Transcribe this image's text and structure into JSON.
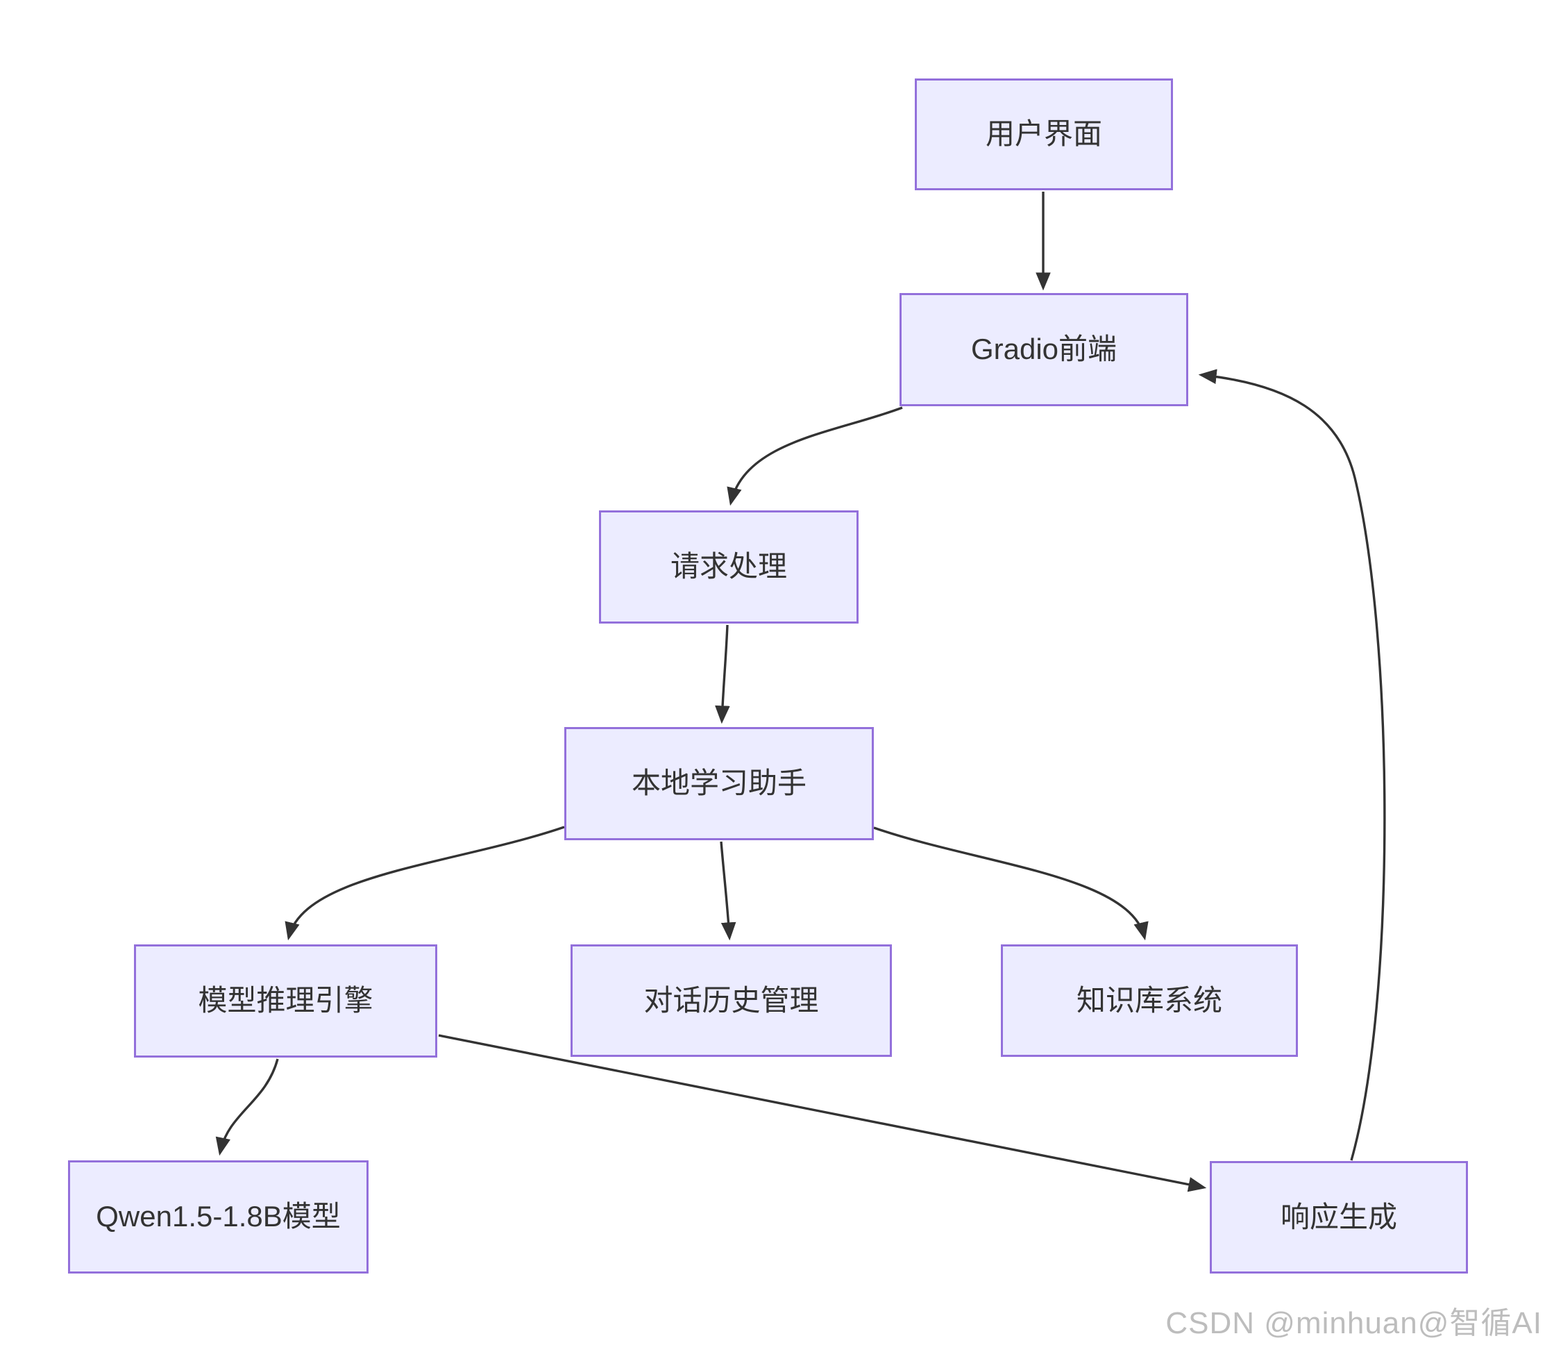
{
  "diagram": {
    "type": "flowchart",
    "direction": "top-down",
    "background_color": "#ffffff",
    "node_fill_color": "#ECECFF",
    "node_border_color": "#9370DB",
    "edge_color": "#333333",
    "text_color": "#333333",
    "nodes": [
      {
        "id": "user-interface",
        "label": "用户界面"
      },
      {
        "id": "gradio-frontend",
        "label": "Gradio前端"
      },
      {
        "id": "request-processing",
        "label": "请求处理"
      },
      {
        "id": "local-learning-assistant",
        "label": "本地学习助手"
      },
      {
        "id": "model-inference-engine",
        "label": "模型推理引擎"
      },
      {
        "id": "conversation-history-management",
        "label": "对话历史管理"
      },
      {
        "id": "knowledge-base-system",
        "label": "知识库系统"
      },
      {
        "id": "qwen-model",
        "label": "Qwen1.5-1.8B模型"
      },
      {
        "id": "response-generation",
        "label": "响应生成"
      }
    ],
    "edges": [
      {
        "from": "用户界面",
        "to": "Gradio前端"
      },
      {
        "from": "Gradio前端",
        "to": "请求处理"
      },
      {
        "from": "请求处理",
        "to": "本地学习助手"
      },
      {
        "from": "本地学习助手",
        "to": "模型推理引擎"
      },
      {
        "from": "本地学习助手",
        "to": "对话历史管理"
      },
      {
        "from": "本地学习助手",
        "to": "知识库系统"
      },
      {
        "from": "模型推理引擎",
        "to": "Qwen1.5-1.8B模型"
      },
      {
        "from": "模型推理引擎",
        "to": "响应生成"
      },
      {
        "from": "响应生成",
        "to": "Gradio前端"
      }
    ]
  },
  "watermark": {
    "text": "CSDN @minhuan@智循AI",
    "color": "#BDBDBD"
  }
}
